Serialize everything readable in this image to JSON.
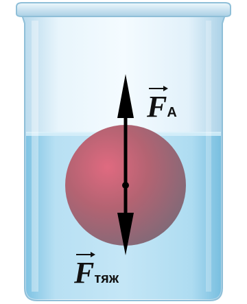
{
  "labels": {
    "buoyant_force_main": "F",
    "buoyant_force_sub": "A",
    "gravity_force_main": "F",
    "gravity_force_sub": "тяж"
  },
  "colors": {
    "water": "#a9d8ef",
    "water_dark": "#7cc2e4",
    "glass": "#d6ecf7",
    "glass_edge": "#8fbfd8",
    "ball": "#a56672",
    "ball_highlight": "#e26b80",
    "arrow": "#000000"
  },
  "icons": {
    "beaker": "beaker-icon",
    "ball": "sphere-icon",
    "arrow_up": "arrow-up-icon",
    "arrow_down": "arrow-down-icon"
  }
}
